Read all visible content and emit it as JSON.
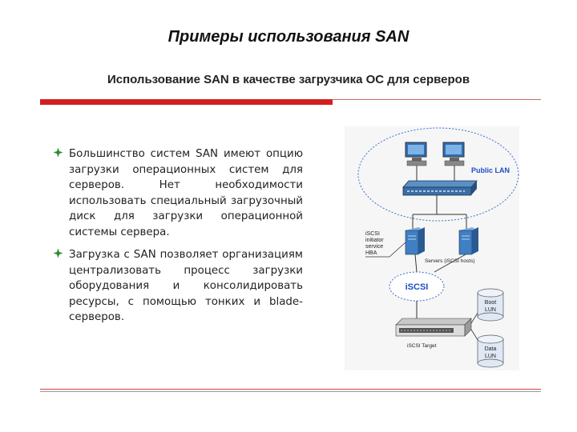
{
  "title": "Примеры использования SAN",
  "subtitle": "Использование SAN в качестве загрузчика ОС для серверов",
  "bullets": [
    "Большинство систем SAN имеют опцию загрузки операционных систем для серверов. Нет необходимости использовать специальный загрузочный диск для загрузки операционной системы сервера.",
    "Загрузка с SAN позволяет организациям централизовать процесс загрузки оборудования и консолидировать ресурсы, с помощью тонких и blade-серверов."
  ],
  "diagram": {
    "public_lan": "Public LAN",
    "initiator": [
      "iSCSI",
      "initiator",
      "service",
      "HBA"
    ],
    "servers_caption": "Servers (iSCSI hosts)",
    "iscsi": "iSCSI",
    "target": "iSCSI Target",
    "boot_lun": [
      "Boot",
      "LUN"
    ],
    "data_lun": [
      "Data",
      "LUN"
    ]
  },
  "colors": {
    "accent_red": "#d21f1f",
    "bullet_green": "#2e8b2e",
    "circle_blue": "#3b6fd1",
    "label_blue": "#1b4fc4"
  }
}
